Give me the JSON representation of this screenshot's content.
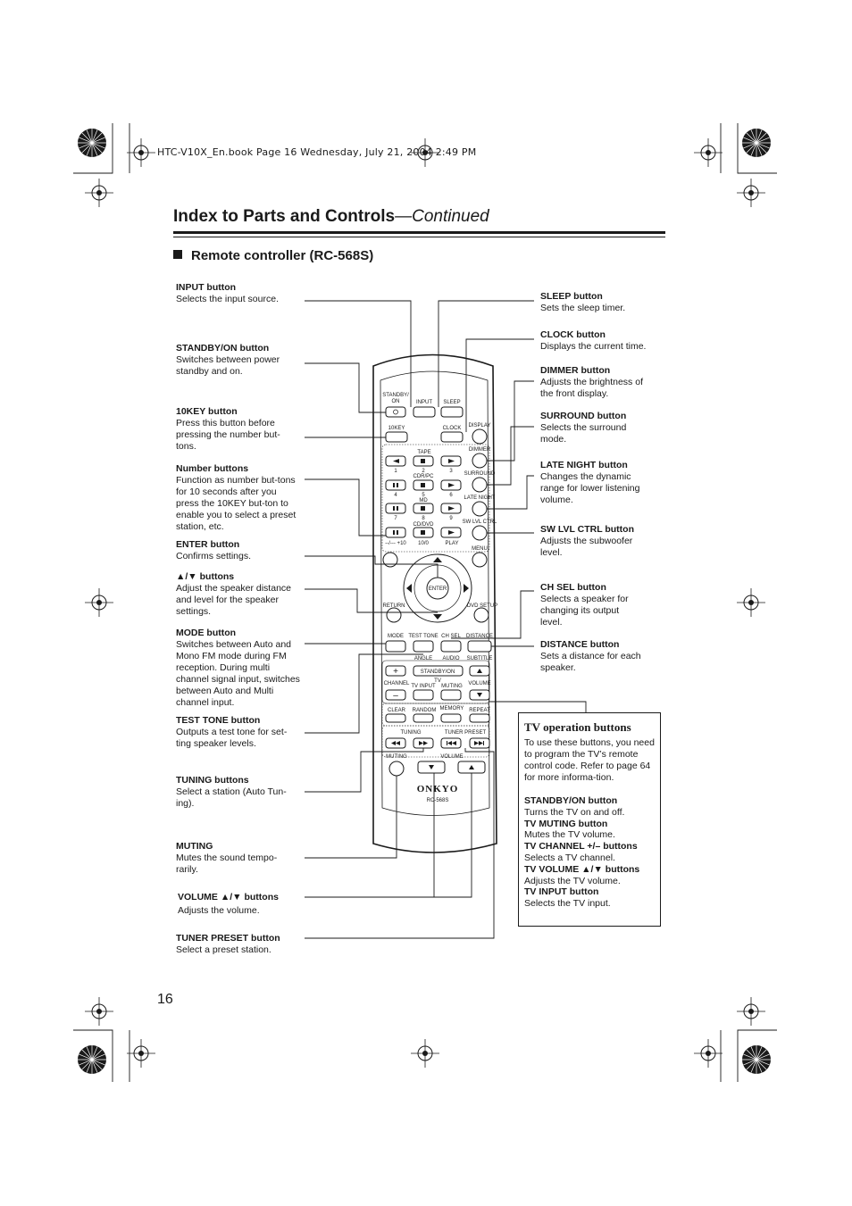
{
  "header": {
    "book_line": "HTC-V10X_En.book  Page 16  Wednesday, July 21, 2004  2:49 PM"
  },
  "page": {
    "title": "Index to Parts and Controls",
    "title_continued": "—Continued",
    "section": "Remote controller (RC-568S)",
    "number": "16"
  },
  "left_callouts": [
    {
      "title": "INPUT button",
      "desc": "Selects the input source."
    },
    {
      "title": "STANDBY/ON button",
      "desc": "Switches between power standby and on."
    },
    {
      "title": "10KEY button",
      "desc": "Press this button before pressing the number but-tons."
    },
    {
      "title": "Number buttons",
      "desc": "Function as number but-tons for 10 seconds after you press the 10KEY but-ton to enable you to select a preset station, etc."
    },
    {
      "title": "ENTER button",
      "desc": "Confirms settings."
    },
    {
      "title": "▲/▼ buttons",
      "desc": "Adjust the speaker distance and level for the speaker settings."
    },
    {
      "title": "MODE button",
      "desc": "Switches between Auto and Mono FM mode during FM reception. During multi channel signal input, switches between Auto and Multi channel input."
    },
    {
      "title": "TEST TONE button",
      "desc": "Outputs a test tone for set-ting speaker levels."
    },
    {
      "title": "TUNING buttons",
      "desc": "Select a station (Auto Tun-ing)."
    },
    {
      "title": "MUTING",
      "desc": "Mutes the sound tempo-rarily."
    },
    {
      "title": "VOLUME ▲/▼ buttons",
      "desc": "Adjusts the volume."
    },
    {
      "title": "TUNER PRESET button",
      "desc": "Select a preset station."
    }
  ],
  "right_callouts": [
    {
      "title": "SLEEP button",
      "desc": "Sets the sleep timer."
    },
    {
      "title": "CLOCK button",
      "desc": "Displays the current time."
    },
    {
      "title": "DIMMER button",
      "desc": "Adjusts the brightness of the front display."
    },
    {
      "title": "SURROUND button",
      "desc": "Selects the surround mode."
    },
    {
      "title": "LATE NIGHT button",
      "desc": "Changes the dynamic range for lower listening volume."
    },
    {
      "title": "SW LVL CTRL button",
      "desc": "Adjusts the subwoofer level."
    },
    {
      "title": "CH SEL button",
      "desc": "Selects a speaker for changing its output level."
    },
    {
      "title": "DISTANCE button",
      "desc": "Sets a distance for each speaker."
    }
  ],
  "tv_box": {
    "title": "TV operation buttons",
    "intro": "To use these buttons, you need to program the TV’s remote control code. Refer to page 64 for more informa-tion.",
    "items": [
      {
        "title": "STANDBY/ON button",
        "desc": "Turns the TV on and off."
      },
      {
        "title": "TV MUTING button",
        "desc": "Mutes the TV volume."
      },
      {
        "title": "TV CHANNEL +/– buttons",
        "desc": "Selects a TV channel."
      },
      {
        "title": "TV VOLUME ▲/▼ buttons",
        "desc": "Adjusts the TV volume."
      },
      {
        "title": "TV INPUT button",
        "desc": "Selects the TV input."
      }
    ]
  },
  "remote": {
    "brand": "ONKYO",
    "model": "RC-568S",
    "labels": {
      "standby": "STANDBY/",
      "on": "ON",
      "input": "INPUT",
      "sleep": "SLEEP",
      "tenkey": "10KEY",
      "clock": "CLOCK",
      "display": "DISPLAY",
      "dimmer": "DIMMER",
      "tape": "TAPE",
      "surround": "SURROUND",
      "cdrpc": "CDR/PC",
      "md": "MD",
      "latenight": "LATE NIGHT",
      "cddvd": "CD/DVD",
      "swlvl": "SW LVL CTRL",
      "plus10": "--/---  +10",
      "ten0": "10/0",
      "play": "PLAY",
      "menu": "MENU",
      "enter": "ENTER",
      "return": "RETURN",
      "dvdsetup": "DVD SETUP",
      "mode": "MODE",
      "testtone": "TEST TONE",
      "chsel": "CH SEL",
      "distance": "DISTANCE",
      "angle": "ANGLE",
      "audio": "AUDIO",
      "subtitle": "SUBTITLE",
      "standbyon_tv": "STANDBY/ON",
      "tv": "TV",
      "channel": "CHANNEL",
      "tvinput": "TV INPUT",
      "muting_tv": "MUTING",
      "volume_tv": "VOLUME",
      "clear": "CLEAR",
      "random": "RANDOM",
      "memory": "MEMORY",
      "repeat": "REPEAT",
      "tuning": "TUNING",
      "tunerpreset": "TUNER PRESET",
      "muting": "MUTING",
      "volume": "VOLUME",
      "n1": "1",
      "n2": "2",
      "n3": "3",
      "n4": "4",
      "n5": "5",
      "n6": "6",
      "n7": "7",
      "n8": "8",
      "n9": "9"
    }
  }
}
